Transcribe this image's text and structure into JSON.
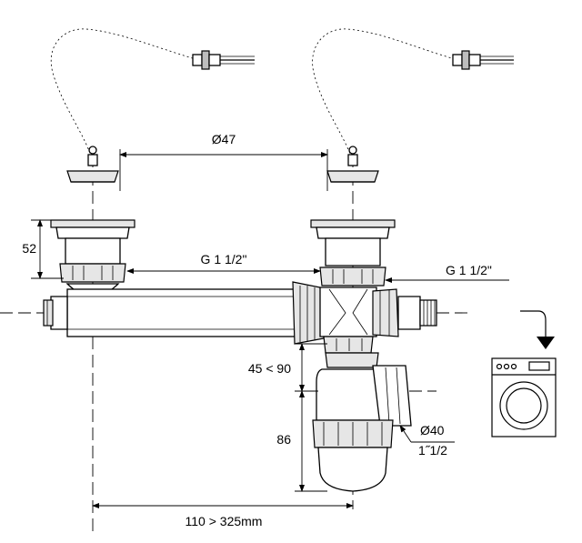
{
  "labels": {
    "diameter_top": "Ø47",
    "height_left": "52",
    "thread_left": "G 1 1/2\"",
    "thread_right": "G 1 1/2\"",
    "angle_range": "45 < 90",
    "height_trap": "86",
    "outlet_diameter": "Ø40",
    "outlet_thread": "1˝1/2",
    "width_range": "110 > 325mm"
  }
}
